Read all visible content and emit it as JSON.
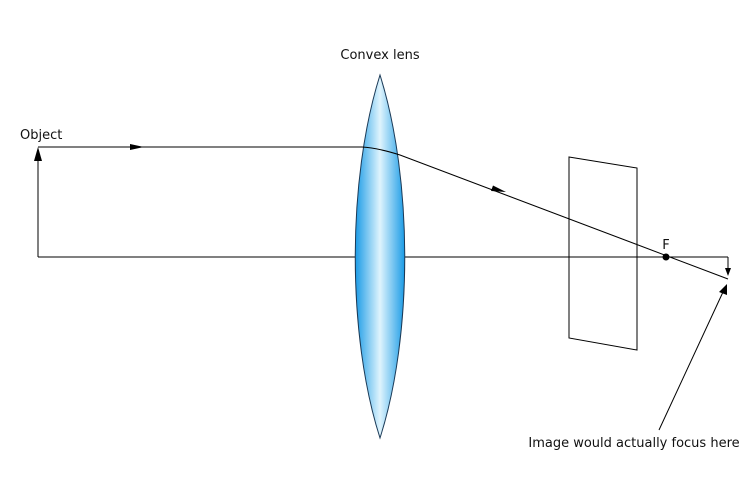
{
  "labels": {
    "lens": "Convex lens",
    "object": "Object",
    "focal_point": "F",
    "image_note": "Image would actually focus here"
  },
  "colors": {
    "line": "#000000",
    "lens_edge": "#1a9be6",
    "lens_center": "#dff4fd",
    "lens_outline": "#1b3a57"
  }
}
